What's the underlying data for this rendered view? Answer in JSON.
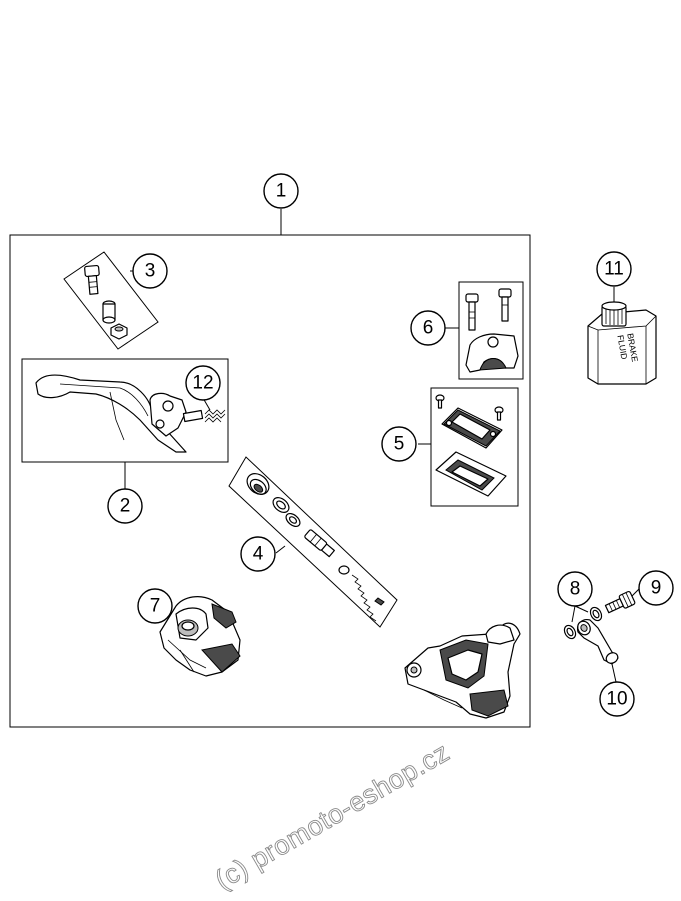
{
  "callouts": [
    {
      "id": "1",
      "label": "1"
    },
    {
      "id": "2",
      "label": "2"
    },
    {
      "id": "3",
      "label": "3"
    },
    {
      "id": "4",
      "label": "4"
    },
    {
      "id": "5",
      "label": "5"
    },
    {
      "id": "6",
      "label": "6"
    },
    {
      "id": "7",
      "label": "7"
    },
    {
      "id": "8",
      "label": "8"
    },
    {
      "id": "9",
      "label": "9"
    },
    {
      "id": "10",
      "label": "10"
    },
    {
      "id": "11",
      "label": "11"
    },
    {
      "id": "12",
      "label": "12"
    }
  ],
  "bottle_label": {
    "line1": "BRAKE",
    "line2": "FLUID"
  },
  "watermark": "(c) promoto-eshop.cz"
}
